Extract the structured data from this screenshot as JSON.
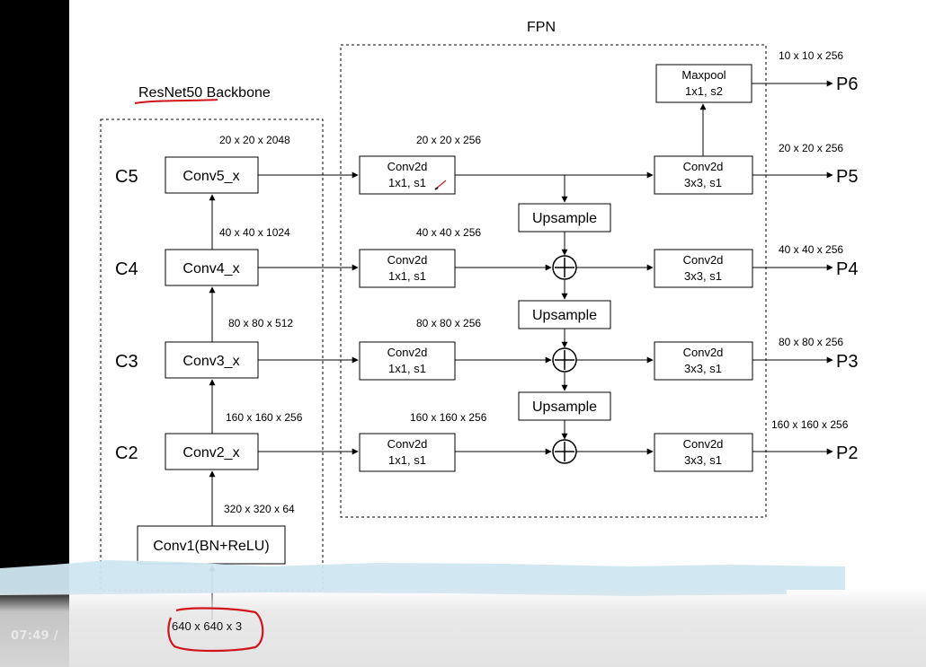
{
  "fpn_title": "FPN",
  "backbone_title_underlined": "ResNet50",
  "backbone_title_rest": " Backbone",
  "input_size": "640 x 640 x 3",
  "video_time": "07:49 /",
  "stage_labels": {
    "c5": "C5",
    "c4": "C4",
    "c3": "C3",
    "c2": "C2"
  },
  "backbone_blocks": {
    "conv5": "Conv5_x",
    "conv4": "Conv4_x",
    "conv3": "Conv3_x",
    "conv2": "Conv2_x",
    "conv1": "Conv1(BN+ReLU)"
  },
  "backbone_dims": {
    "c5": "20 x 20 x 2048",
    "c4": "40 x 40 x 1024",
    "c3": "80 x 80 x 512",
    "c2": "160 x 160 x 256",
    "c1": "320 x 320 x 64"
  },
  "lateral_dims": {
    "p5": "20 x 20 x 256",
    "p4": "40 x 40 x 256",
    "p3": "80 x 80 x 256",
    "p2": "160 x 160 x 256"
  },
  "conv1x1": {
    "line1": "Conv2d",
    "line2": "1x1, s1"
  },
  "conv3x3": {
    "line1": "Conv2d",
    "line2": "3x3, s1"
  },
  "maxpool": {
    "line1": "Maxpool",
    "line2": "1x1, s2"
  },
  "upsample": "Upsample",
  "output_dims": {
    "p6": "10 x 10 x 256",
    "p5": "20 x 20 x 256",
    "p4": "40 x 40 x 256",
    "p3": "80 x 80 x 256",
    "p2": "160 x 160 x 256"
  },
  "output_labels": {
    "p6": "P6",
    "p5": "P5",
    "p4": "P4",
    "p3": "P3",
    "p2": "P2"
  },
  "colors": {
    "annotation_red": "#d0141a",
    "paint_blue": "#cfe6f1",
    "left_bar": "#000000"
  }
}
